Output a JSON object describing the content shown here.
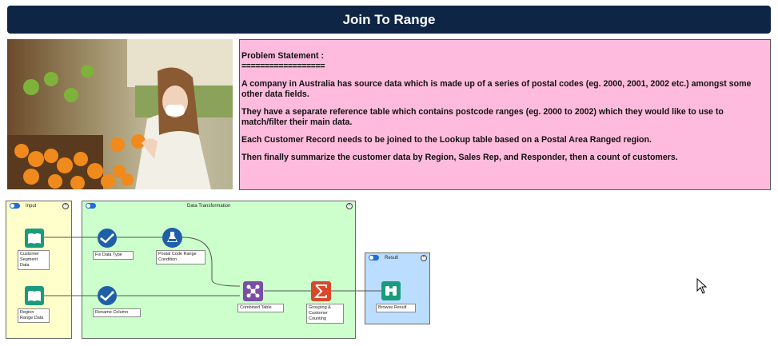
{
  "header": {
    "title": "Join To Range"
  },
  "problem": {
    "title": "Problem Statement :",
    "rule": "==================",
    "paragraphs": [
      "A company in Australia has source data which is made up of a series of postal codes (eg. 2000, 2001, 2002 etc.) amongst some other data fields.",
      "They have a separate reference table which contains postcode ranges (eg. 2000 to 2002) which they would like to use to match/filter their main data.",
      "Each Customer Record needs to be joined to the Lookup table based on a Postal Area Ranged region.",
      "Then finally summarize the customer data by Region, Sales Rep, and Responder, then a count of customers."
    ]
  },
  "workflow": {
    "containers": {
      "input": {
        "title": "Input",
        "color": "#ffffcc"
      },
      "transform": {
        "title": "Data Transformation",
        "color": "#ccffcc"
      },
      "result": {
        "title": "Result",
        "color": "#bbddff"
      }
    },
    "tools": {
      "customer_segment": {
        "label": "Customer Segment Data",
        "icon": "book-icon"
      },
      "region_range": {
        "label": "Region Range Data",
        "icon": "book-icon"
      },
      "fix_data_type": {
        "label": "Fix Data Type",
        "icon": "select-icon"
      },
      "rename_column": {
        "label": "Rename Column",
        "icon": "select-icon"
      },
      "postal_code_condition": {
        "label": "Postal Code Range Condition",
        "icon": "flask-icon"
      },
      "combined_table": {
        "label": "Combined Table",
        "icon": "join-icon"
      },
      "grouping": {
        "label": "Grouping & Customer Counting",
        "icon": "summarize-icon"
      },
      "browse_result": {
        "label": "Browse Result",
        "icon": "binoculars-icon"
      }
    },
    "colors": {
      "book": "#1a9b7e",
      "select": "#1f5fa8",
      "join": "#7a4ea6",
      "summarize": "#d9482b",
      "browse": "#1a9b7e"
    }
  }
}
